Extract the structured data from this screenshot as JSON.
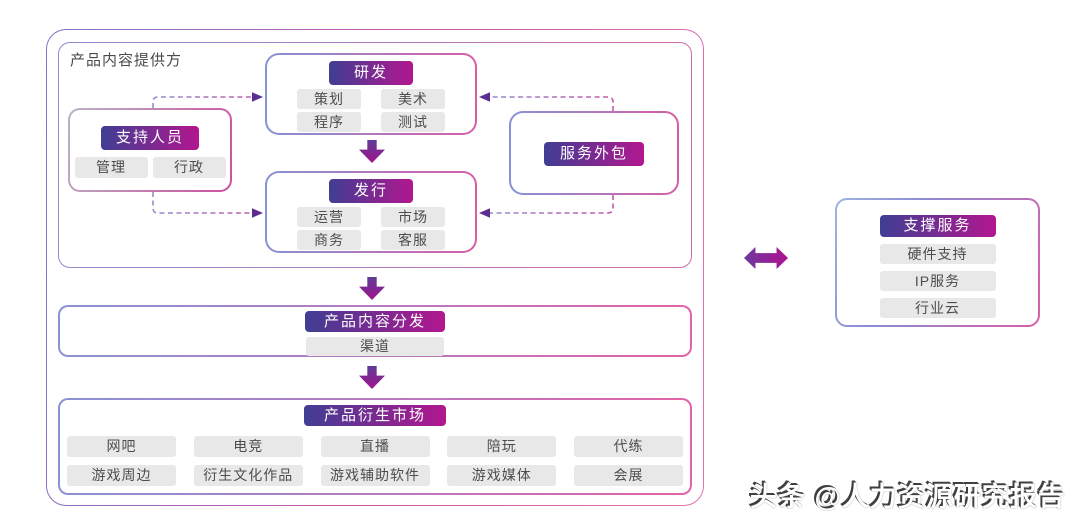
{
  "colors": {
    "pill_gradient_start": "#403e93",
    "pill_gradient_end": "#b2178f",
    "chip_bg": "#e9e8e9",
    "chip_text": "#4e4c4e",
    "block_arrow_start": "#5e3c97",
    "block_arrow_end": "#a2138d",
    "connector_purple": "#8f8fd2",
    "connector_pink": "#c558aa",
    "connector_arrowhead": "#5b2d90",
    "border_blue": "#8593d6",
    "border_pink": "#d95da5"
  },
  "provider": {
    "title": "产品内容提供方",
    "rnd": {
      "header": "研发",
      "items": [
        "策划",
        "美术",
        "程序",
        "测试"
      ]
    },
    "publishing": {
      "header": "发行",
      "items": [
        "运营",
        "市场",
        "商务",
        "客服"
      ]
    },
    "support_staff": {
      "header": "支持人员",
      "items": [
        "管理",
        "行政"
      ]
    },
    "outsourcing": {
      "header": "服务外包"
    }
  },
  "distribution": {
    "header": "产品内容分发",
    "items": [
      "渠道"
    ]
  },
  "derivative_market": {
    "header": "产品衍生市场",
    "items": [
      "网吧",
      "电竞",
      "直播",
      "陪玩",
      "代练",
      "游戏周边",
      "衍生文化作品",
      "游戏辅助软件",
      "游戏媒体",
      "会展"
    ]
  },
  "support_services": {
    "header": "支撑服务",
    "items": [
      "硬件支持",
      "IP服务",
      "行业云"
    ]
  },
  "watermark": "头条 @人力资源研究报告"
}
